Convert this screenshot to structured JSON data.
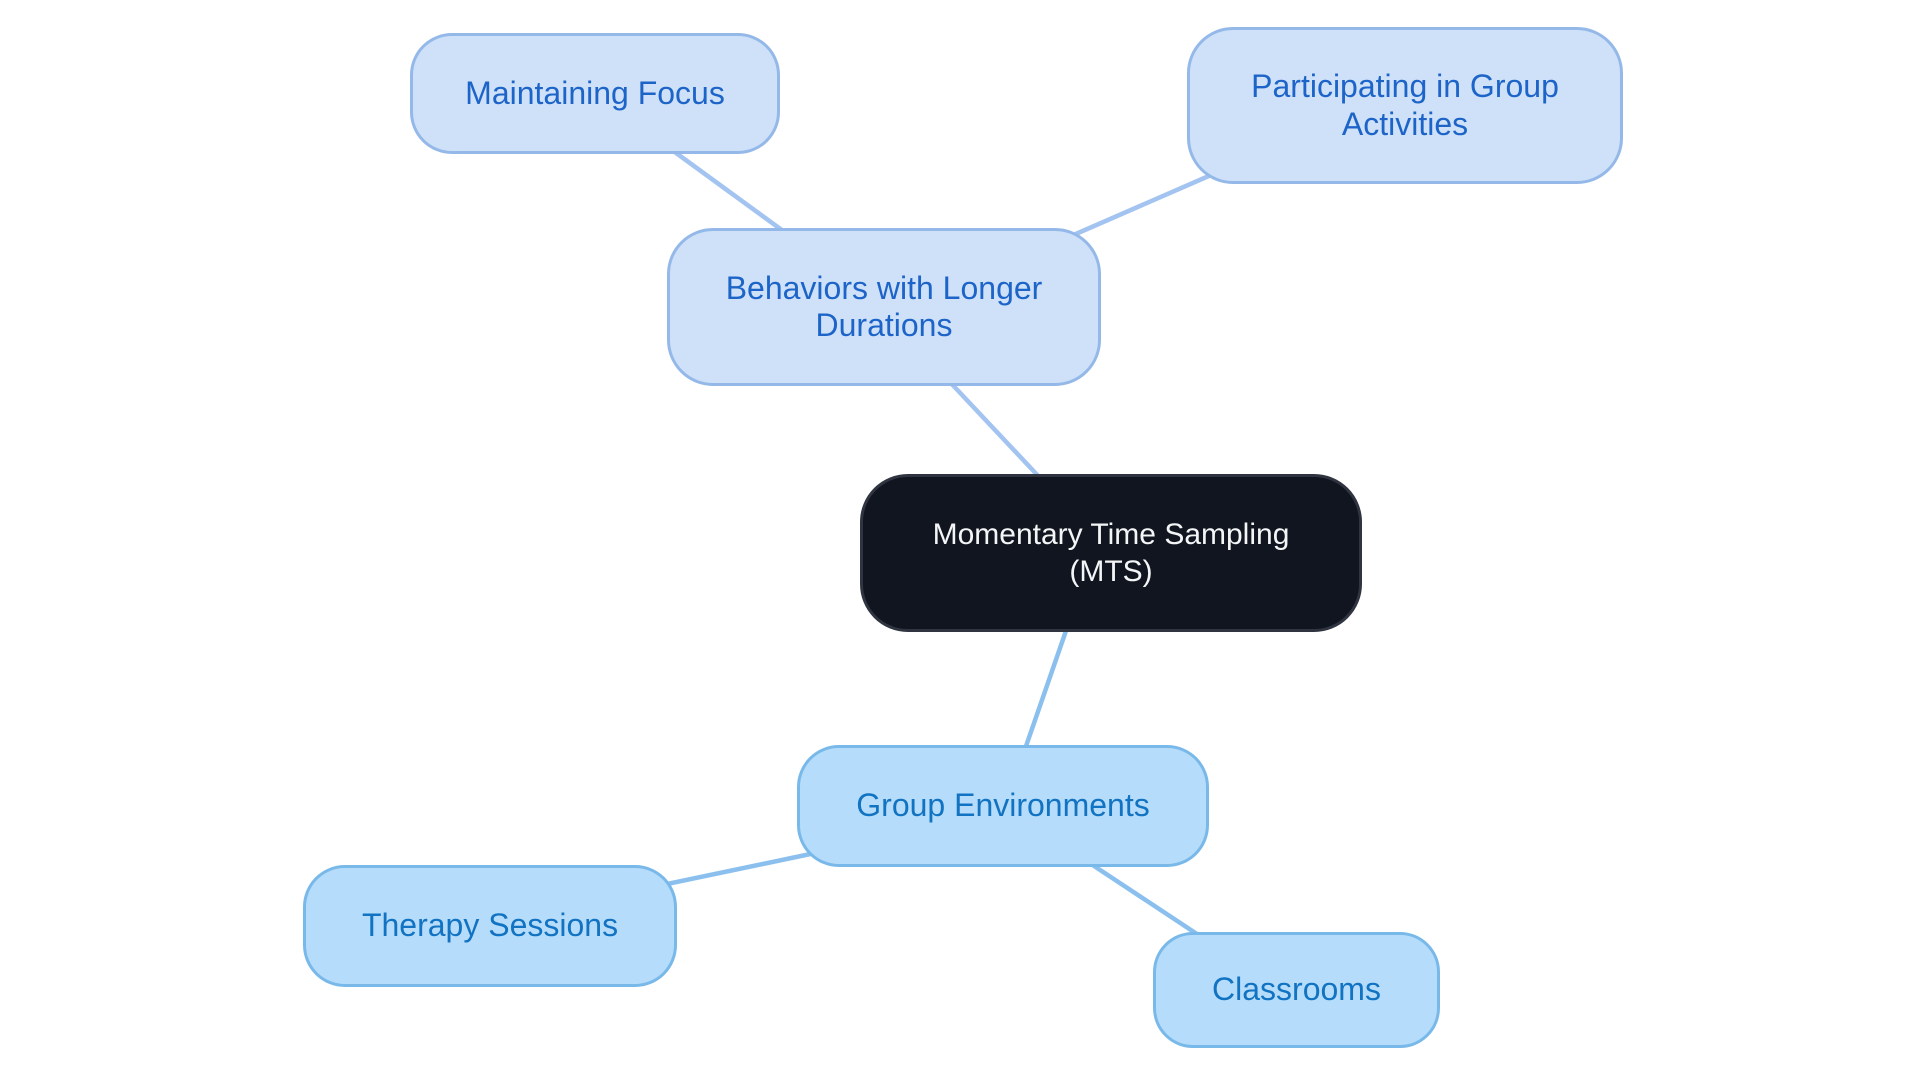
{
  "diagram": {
    "type": "mindmap",
    "title": "Momentary Time Sampling (MTS) mind map"
  },
  "nodes": {
    "central": {
      "label": "Momentary Time Sampling (MTS)",
      "role": "root"
    },
    "behaviors": {
      "label": "Behaviors with Longer Durations",
      "role": "branch",
      "parent": "central"
    },
    "maintaining_focus": {
      "label": "Maintaining Focus",
      "role": "leaf",
      "parent": "behaviors"
    },
    "participating": {
      "label": "Participating in Group Activities",
      "role": "leaf",
      "parent": "behaviors"
    },
    "group_environments": {
      "label": "Group Environments",
      "role": "branch",
      "parent": "central"
    },
    "therapy_sessions": {
      "label": "Therapy Sessions",
      "role": "leaf",
      "parent": "group_environments"
    },
    "classrooms": {
      "label": "Classrooms",
      "role": "leaf",
      "parent": "group_environments"
    }
  },
  "edges": [
    {
      "from": "maintaining_focus",
      "to": "behaviors"
    },
    {
      "from": "participating",
      "to": "behaviors"
    },
    {
      "from": "behaviors",
      "to": "central"
    },
    {
      "from": "central",
      "to": "group_environments"
    },
    {
      "from": "group_environments",
      "to": "therapy_sessions"
    },
    {
      "from": "group_environments",
      "to": "classrooms"
    }
  ],
  "colors": {
    "background": "#FFFFFF",
    "central_fill": "#10151F",
    "central_border": "#2F3440",
    "central_text": "#F4F5F6",
    "branch_top_fill": "#CEE1F9",
    "branch_top_border": "#94B9E9",
    "branch_top_text": "#1D64C8",
    "branch_bottom_fill": "#B5DCFA",
    "branch_bottom_border": "#79B9EA",
    "branch_bottom_text": "#1173C1",
    "connector_top": "#A3C4F0",
    "connector_bottom": "#8BC0EE"
  }
}
